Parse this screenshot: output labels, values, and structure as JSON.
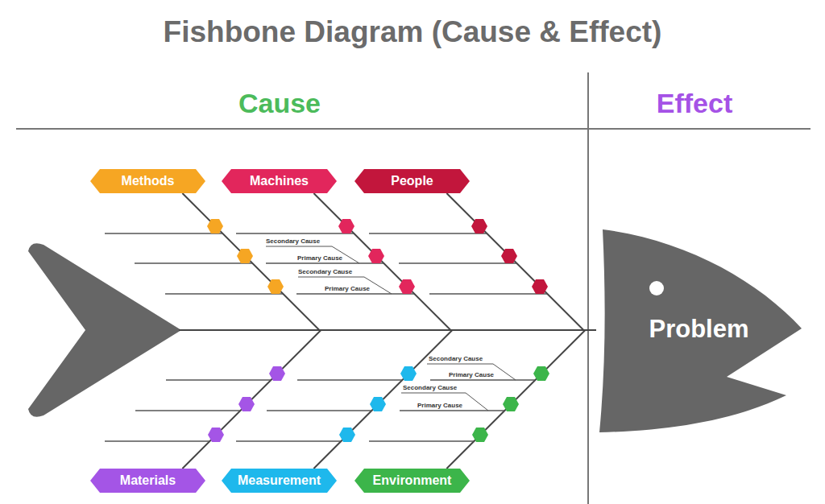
{
  "diagram": {
    "title": "Fishbone Diagram (Cause & Effect)",
    "nodes": [
      {
        "text": [
          "Methods"
        ]
      },
      {
        "text": [
          "Machines"
        ]
      },
      {
        "text": [
          "People"
        ]
      },
      {
        "text": [
          "Materials"
        ]
      },
      {
        "text": [
          "Measurement"
        ]
      },
      {
        "text": [
          "Environment"
        ]
      },
      {
        "text": [
          "Problem"
        ]
      }
    ],
    "edges": [
      {
        "from": 0,
        "to": 6,
        "arrow": "none"
      },
      {
        "from": 1,
        "to": 6,
        "arrow": "none"
      },
      {
        "from": 2,
        "to": 6,
        "arrow": "none"
      },
      {
        "from": 3,
        "to": 6,
        "arrow": "none"
      },
      {
        "from": 4,
        "to": 6,
        "arrow": "none"
      },
      {
        "from": 5,
        "to": 6,
        "arrow": "none"
      }
    ],
    "labels": [
      "Cause",
      "Effect",
      "Secondary Cause",
      "Primary Cause",
      "Secondary Cause",
      "Primary Cause",
      "Secondary Cause",
      "Primary Cause",
      "Secondary Cause",
      "Primary Cause"
    ]
  }
}
